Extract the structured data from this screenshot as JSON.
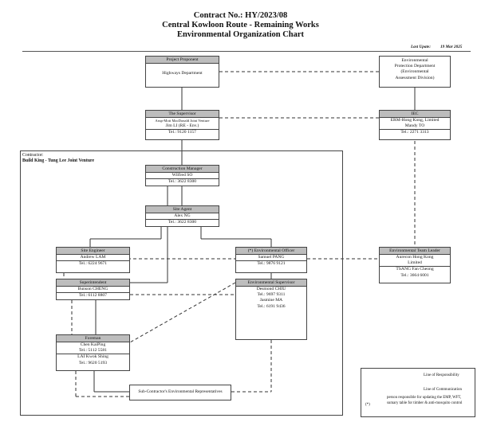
{
  "title": {
    "line1": "Contract No.: HY/2023/08",
    "line2": "Central Kowloon Route - Remaining Works",
    "line3": "Environmental Organization Chart"
  },
  "last_update": {
    "label": "Last Upate:",
    "date": "19 Mar 2025"
  },
  "project_proponent": {
    "header": "Project Proponent",
    "name": "Highways Department"
  },
  "epd": {
    "line1": "Environmental",
    "line2": "Protection Department",
    "line3": "(Environmental",
    "line4": "Assessment Division)"
  },
  "supervisor": {
    "header": "The Supervisor",
    "org": "Arup-Mott MacDonald Joint Venture",
    "person": "Jim LI (RE - Env.)",
    "tel": "Tel.: 9120 1157"
  },
  "iec": {
    "header": "IEC",
    "org": "ERM-Hong Kong, Limited",
    "person": "Mandy TO",
    "tel": "Tel.: 2271 3313"
  },
  "contractor": {
    "label": "Contractor:",
    "name": "Build King - Tung Lee Joint Venture"
  },
  "construction_manager": {
    "header": "Construction Manager",
    "person": "Wilfred SO",
    "tel": "Tel.: 3622 8300"
  },
  "site_agent": {
    "header": "Site Agent",
    "person": "Alex NG",
    "tel": "Tel.: 3622 8300"
  },
  "site_engineer": {
    "header": "Site Engineer",
    "person": "Andrew LAM",
    "tel": "Tel.: 6224 9671"
  },
  "env_officer": {
    "header": "(*) Environmental Officer",
    "person": "Samuel PANG",
    "tel": "Tel.: 9876 9121"
  },
  "etl": {
    "header": "Environmental Team Leader",
    "org1": "Aurecon Hong Kong",
    "org2": "Limited",
    "person": "TSANG Fan Cheong",
    "tel": "Tel.: 3664 6001"
  },
  "superintendent": {
    "header": "Superintendent",
    "person": "Bunson CHENG",
    "tel": "Tel.: 6112 8807"
  },
  "env_supervisor": {
    "header": "Environmental Supervisor",
    "person1": "Desmond CHIU",
    "tel1": "Tel.: 9697 9311",
    "person2": "Jasmine MA",
    "tel2": "Tel.: 6191 9436"
  },
  "foreman": {
    "header": "Foreman",
    "person1": "Chen KaiPing",
    "tel1": "Tel.: 5112 5581",
    "person2": "LAI Kwok Shing",
    "tel2": "Tel.: 9620 5193"
  },
  "subcontractor": {
    "label": "Sub-Contractor's Environmental Representatives"
  },
  "legend": {
    "responsibility": "Line of Responsibility",
    "communication": "Line of Communication",
    "star": "(*)",
    "star_note": "person responsible for updating the EMP, WFT, sumary table for timber & anti-mosquito control"
  }
}
